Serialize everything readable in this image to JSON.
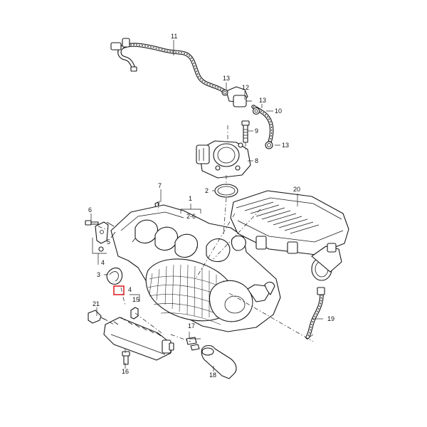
{
  "callouts": [
    {
      "id": "c1",
      "text": "1"
    },
    {
      "id": "c2",
      "text": "2"
    },
    {
      "id": "c2_6",
      "text": "2-6"
    },
    {
      "id": "c3",
      "text": "3"
    },
    {
      "id": "c4a",
      "text": "4"
    },
    {
      "id": "c4b",
      "text": "4"
    },
    {
      "id": "c5",
      "text": "5"
    },
    {
      "id": "c6",
      "text": "6"
    },
    {
      "id": "c7",
      "text": "7"
    },
    {
      "id": "c8",
      "text": "8"
    },
    {
      "id": "c9",
      "text": "9"
    },
    {
      "id": "c10",
      "text": "10"
    },
    {
      "id": "c11",
      "text": "11"
    },
    {
      "id": "c12",
      "text": "12"
    },
    {
      "id": "c13a",
      "text": "13"
    },
    {
      "id": "c13b",
      "text": "13"
    },
    {
      "id": "c13c",
      "text": "13"
    },
    {
      "id": "c15",
      "text": "15"
    },
    {
      "id": "c16",
      "text": "16"
    },
    {
      "id": "c17",
      "text": "17"
    },
    {
      "id": "c18",
      "text": "18"
    },
    {
      "id": "c19",
      "text": "19"
    },
    {
      "id": "c20",
      "text": "20"
    },
    {
      "id": "c21",
      "text": "21"
    }
  ],
  "highlight_color": "#e0262b",
  "line_color": "#1a1a1a"
}
